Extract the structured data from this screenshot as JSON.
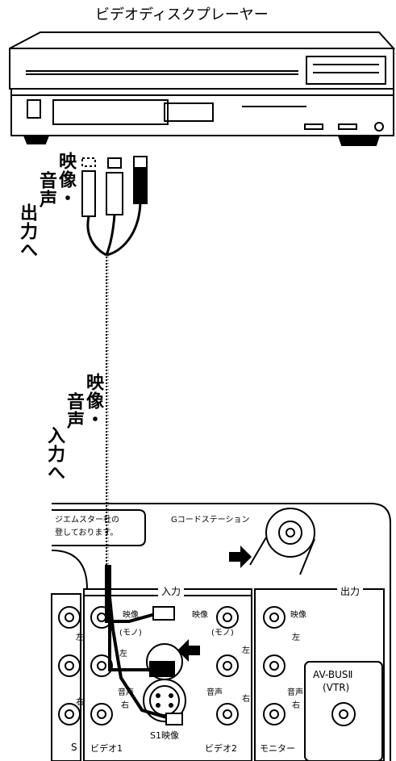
{
  "title": "ビデオディスクプレーヤー",
  "player_label_out": {
    "col1": "映像・",
    "col2": "音声",
    "col3": "出力へ"
  },
  "panel_label_in": {
    "col1": "映像・",
    "col2": "音声",
    "col3": "入力へ"
  },
  "panel": {
    "note_line1": "ジエムスター社の",
    "note_line2": "登しております。",
    "g_code_station": "Gコードステーション",
    "section_input": "入力",
    "section_output": "出力",
    "video": "映像",
    "mono": "(モノ)",
    "left": "左",
    "right": "右",
    "audio": "音声",
    "s1_video": "S1映像",
    "video1": "ビデオ1",
    "video2": "ビデオ2",
    "monitor": "モニター",
    "avbus_line1": "AV-BUSⅡ",
    "avbus_line2": "(VTR)",
    "edge_s": "S"
  }
}
